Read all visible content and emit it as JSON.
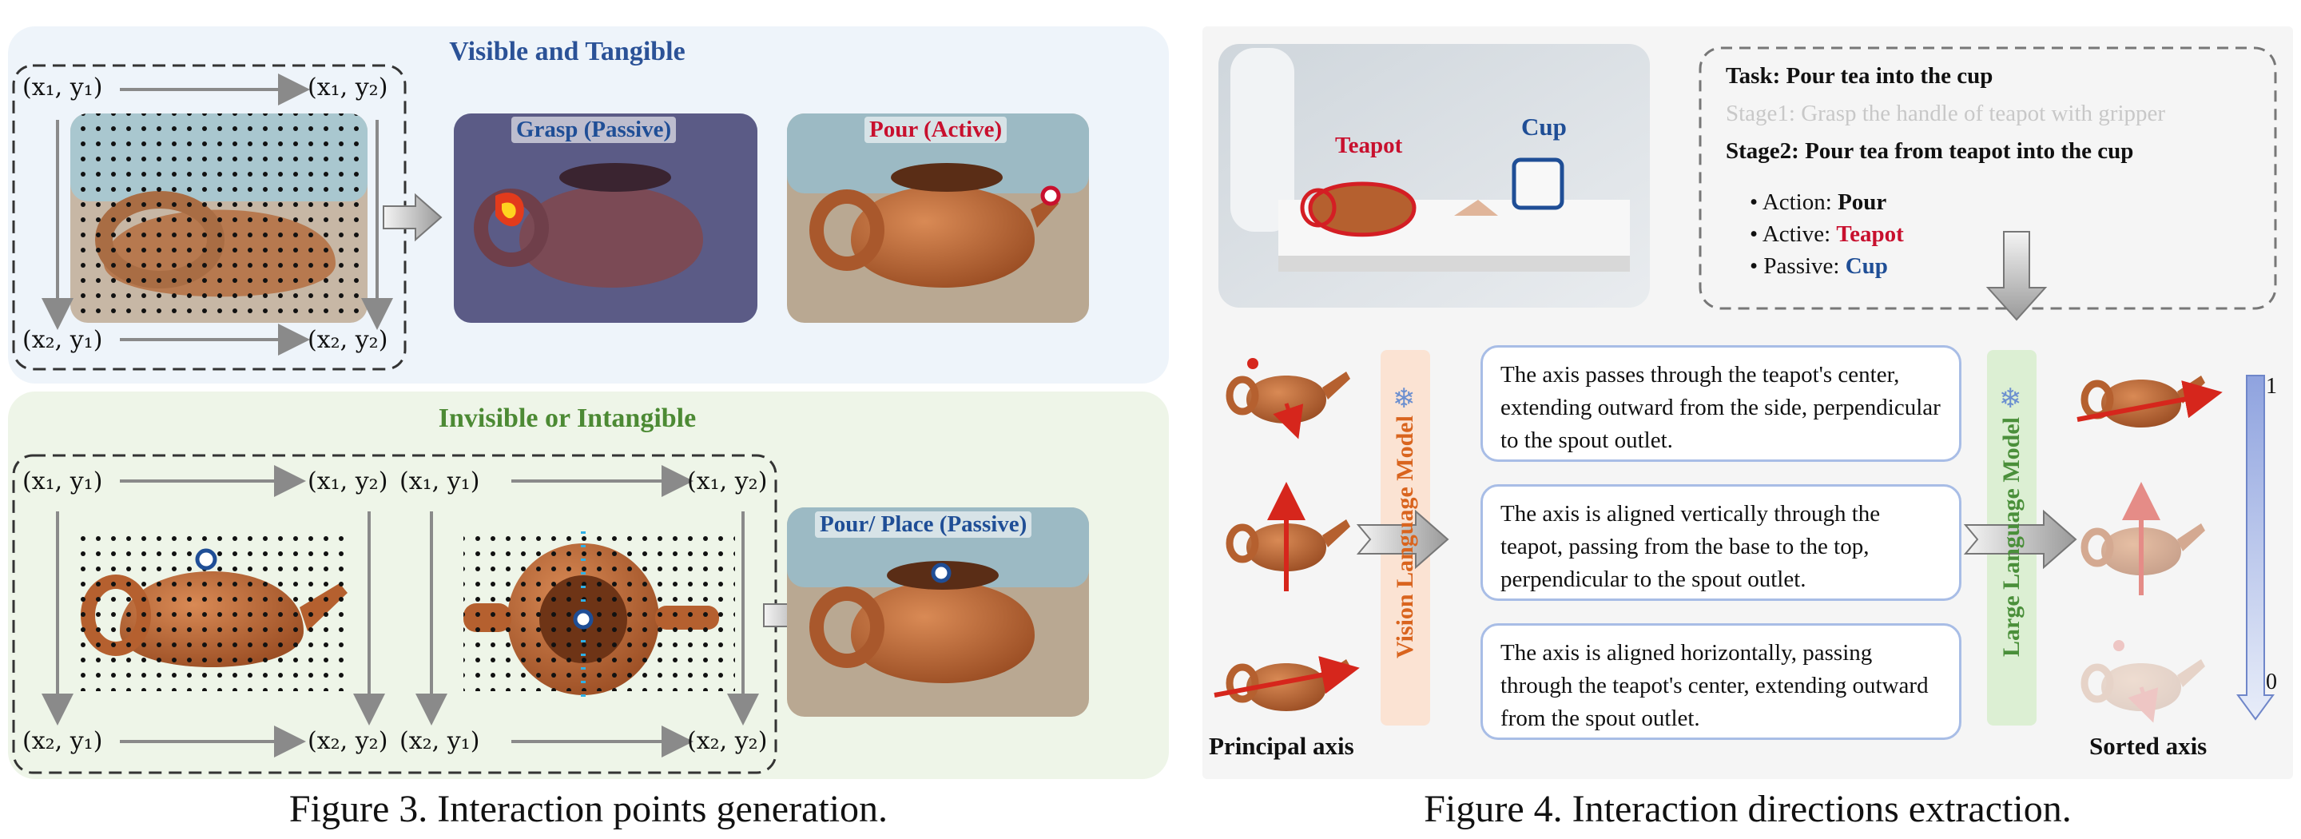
{
  "figure3": {
    "caption": "Figure 3. Interaction points generation.",
    "top_panel_title": "Visible and Tangible",
    "bottom_panel_title": "Invisible or Intangible",
    "coords": {
      "x1y1": "(x₁, y₁)",
      "x1y2": "(x₁, y₂)",
      "x2y1": "(x₂, y₁)",
      "x2y2": "(x₂, y₂)"
    },
    "grasp_label": "Grasp (Passive)",
    "pour_label": "Pour (Active)",
    "pour_place_label": "Pour/ Place (Passive)"
  },
  "figure4": {
    "caption": "Figure 4. Interaction directions extraction.",
    "scene_labels": {
      "teapot": "Teapot",
      "cup": "Cup"
    },
    "task": {
      "title": "Task: Pour tea into the cup",
      "stage1": "Stage1: Grasp the handle of teapot with gripper",
      "stage2": "Stage2: Pour tea from teapot into the cup",
      "action_key": "Action: ",
      "action_val": "Pour",
      "active_key": "Active: ",
      "active_val": "Teapot",
      "passive_key": "Passive: ",
      "passive_val": "Cup"
    },
    "vlm_label": "Vision Language Model",
    "llm_label": "Large Language Model",
    "descriptions": [
      "The axis passes through the teapot's center, extending outward from the side, perpendicular to the spout outlet.",
      "The axis is aligned vertically through the teapot, passing from the base to the top, perpendicular to the spout outlet.",
      "The axis is aligned horizontally, passing through the teapot's center, extending outward from the spout outlet."
    ],
    "principal_axis_label": "Principal axis",
    "sorted_axis_label": "Sorted axis",
    "scale_top": "1",
    "scale_bottom": "0",
    "colors": {
      "red": "#c8102e",
      "blue": "#1f4e96",
      "vlm_orange": "#d9641e",
      "llm_green": "#4a8f3a",
      "teapot": "#b5602f"
    }
  }
}
